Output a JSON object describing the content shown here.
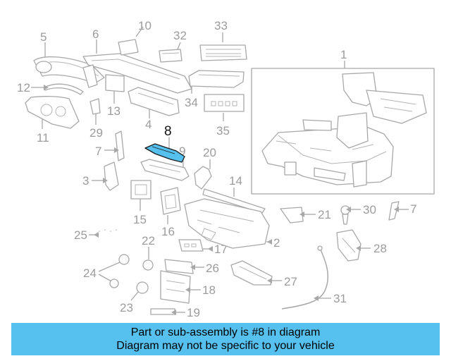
{
  "diagram": {
    "highlighted_part": "8",
    "highlight_color": "#56c0ef",
    "callouts": [
      "1",
      "2",
      "3",
      "4",
      "5",
      "6",
      "7",
      "7",
      "8",
      "9",
      "10",
      "11",
      "12",
      "13",
      "14",
      "15",
      "16",
      "17",
      "18",
      "19",
      "20",
      "21",
      "22",
      "23",
      "24",
      "25",
      "26",
      "27",
      "28",
      "29",
      "30",
      "31",
      "32",
      "33",
      "34",
      "35"
    ]
  },
  "banner": {
    "line1": "Part or sub-assembly is #8 in diagram",
    "line2": "Diagram may not be specific to your vehicle",
    "background": "#56c0ef"
  }
}
